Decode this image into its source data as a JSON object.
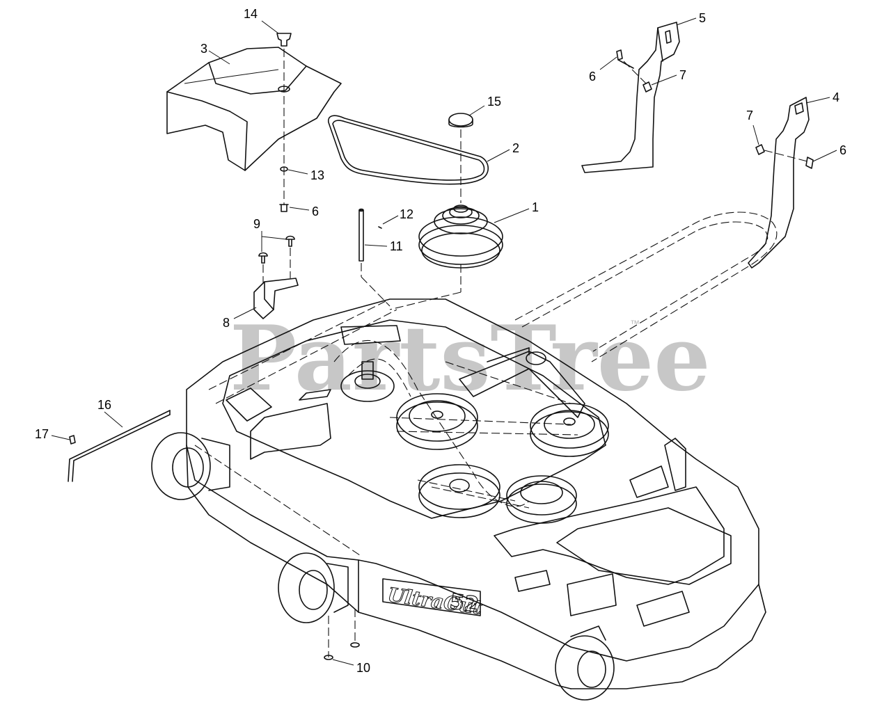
{
  "watermark": {
    "text": "PartsTree",
    "trademark": "™"
  },
  "deck_decal": {
    "brand": "UltraCut",
    "size": "52"
  },
  "callouts": [
    "1",
    "2",
    "3",
    "4",
    "5",
    "6",
    "6",
    "6",
    "7",
    "7",
    "8",
    "9",
    "10",
    "11",
    "12",
    "13",
    "14",
    "15",
    "16",
    "17"
  ]
}
